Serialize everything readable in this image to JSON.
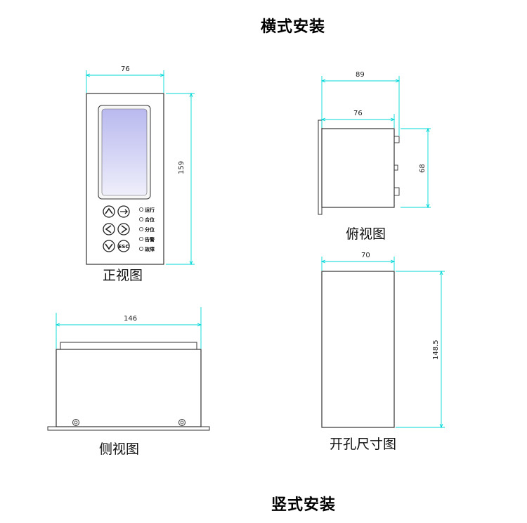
{
  "titles": {
    "horizontal": "横式安装",
    "vertical": "竖式安装"
  },
  "views": {
    "front": {
      "label": "正视图",
      "width_dim": "76",
      "height_dim": "159",
      "indicators": [
        "运行",
        "合位",
        "分位",
        "告警",
        "故障"
      ],
      "key_esc": "ESC"
    },
    "top": {
      "label": "俯视图",
      "total_width_dim": "89",
      "body_width_dim": "76",
      "height_dim": "68"
    },
    "side": {
      "label": "侧视图",
      "width_dim": "146"
    },
    "cutout": {
      "label": "开孔尺寸图",
      "width_dim": "70",
      "height_dim": "148.5"
    }
  },
  "colors": {
    "dimension_line": "#00d7d7",
    "outline": "#333333",
    "screen": "#c9c9f5"
  }
}
